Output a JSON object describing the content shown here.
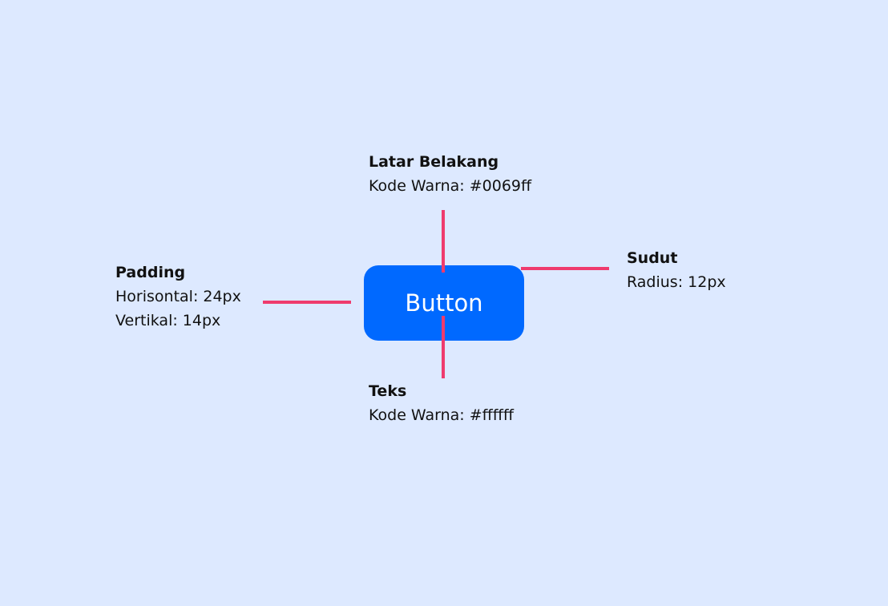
{
  "button": {
    "label": "Button",
    "background_color": "#0069ff",
    "text_color": "#ffffff"
  },
  "connector_color": "#ef3b6e",
  "page_background": "#dde9ff",
  "annotations": {
    "background": {
      "title": "Latar Belakang",
      "lines": [
        "Kode Warna: #0069ff"
      ]
    },
    "padding": {
      "title": "Padding",
      "lines": [
        "Horisontal: 24px",
        "Vertikal: 14px"
      ]
    },
    "corner": {
      "title": "Sudut",
      "lines": [
        "Radius: 12px"
      ]
    },
    "text": {
      "title": "Teks",
      "lines": [
        "Kode Warna: #ffffff"
      ]
    }
  }
}
